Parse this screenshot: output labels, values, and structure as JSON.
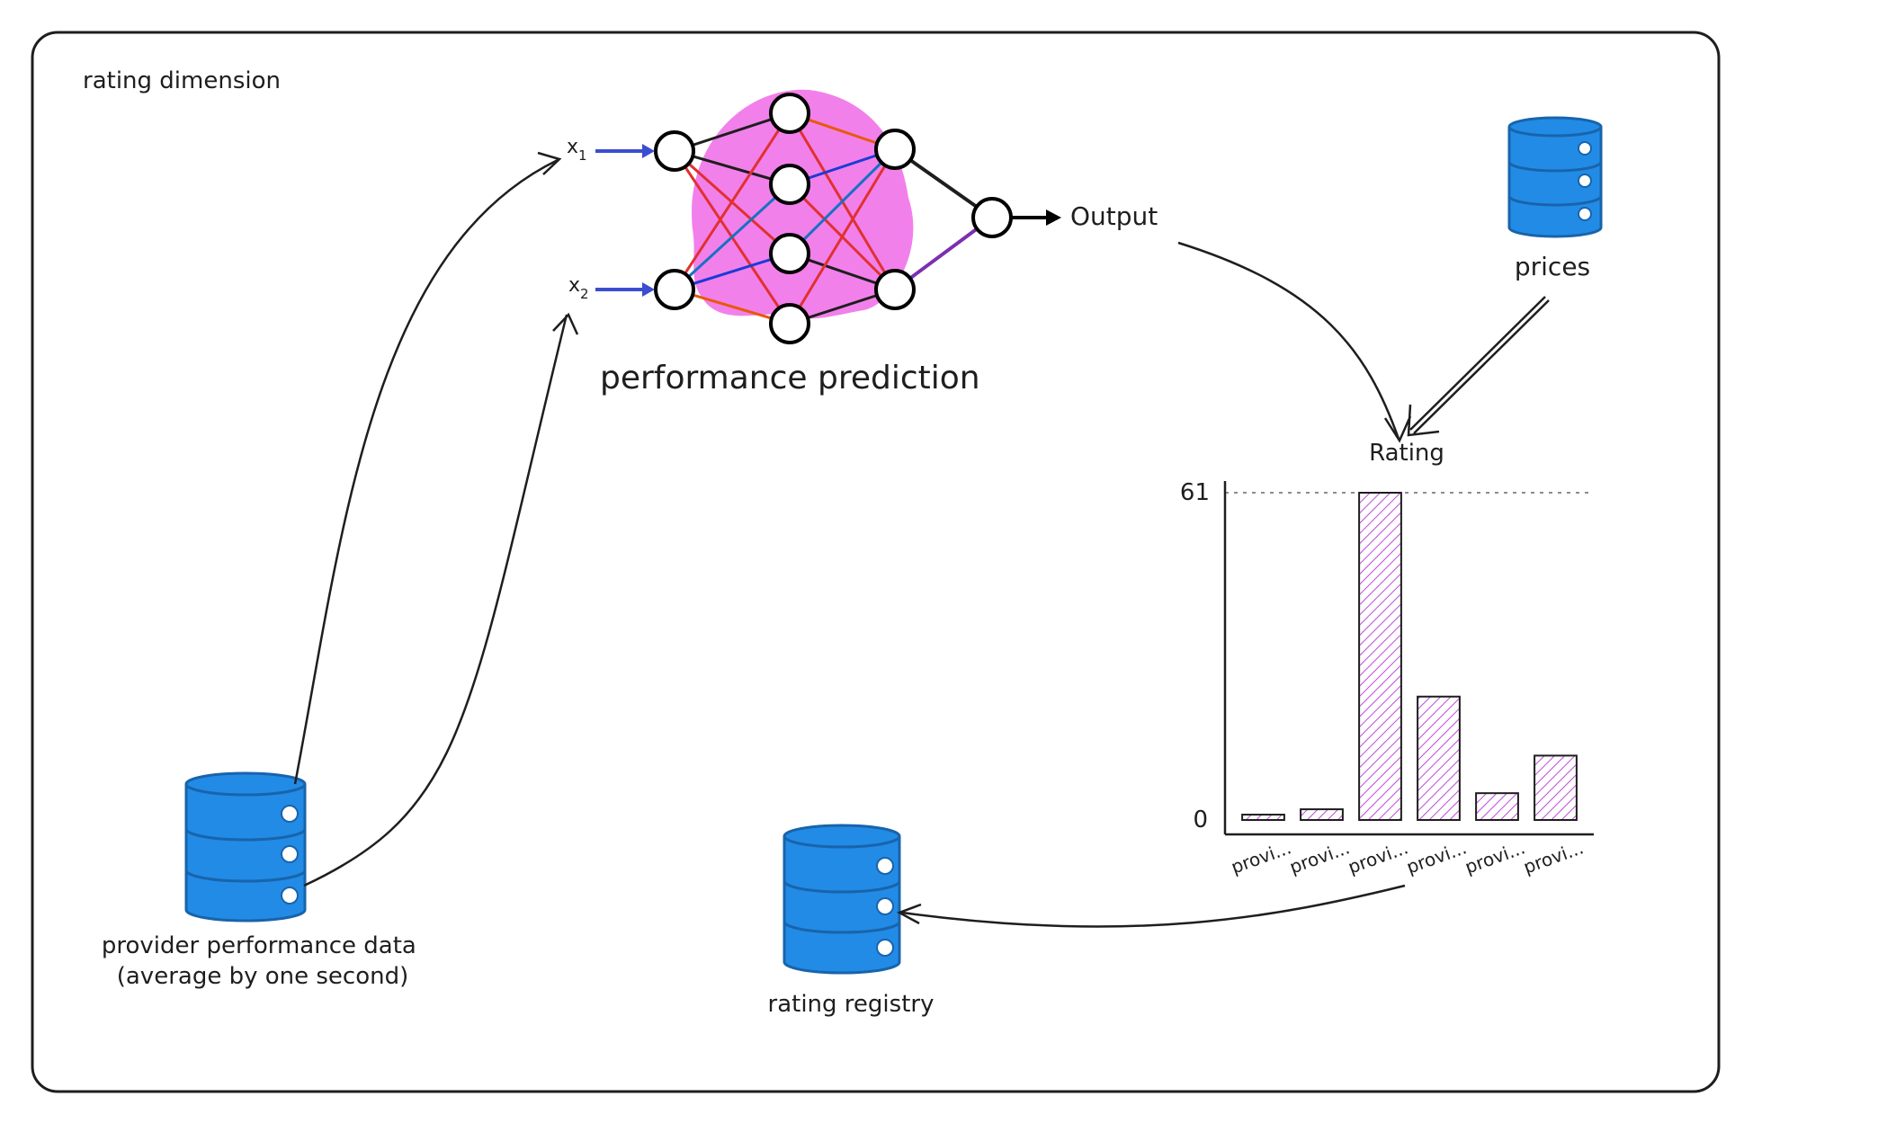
{
  "frame": {
    "label": "rating dimension"
  },
  "nn": {
    "inputs": [
      "x",
      "x"
    ],
    "input_subscripts": [
      "1",
      "2"
    ],
    "output_label": "Output",
    "caption": "performance prediction"
  },
  "prices": {
    "label": "prices"
  },
  "provider_db": {
    "label_line1": "provider performance data",
    "label_line2": "(average by one second)"
  },
  "registry": {
    "label": "rating registry"
  },
  "colors": {
    "db_fill": "#228be6",
    "db_stroke": "#1864ab",
    "bar_hatch": "#be4bdb",
    "blob": "#f06ae8"
  },
  "chart_data": {
    "type": "bar",
    "title": "Rating",
    "categories": [
      "provi...",
      "provi...",
      "provi...",
      "provi...",
      "provi...",
      "provi..."
    ],
    "values": [
      1,
      2,
      61,
      23,
      5,
      12
    ],
    "ylim": [
      0,
      61
    ],
    "ytick_labels": [
      "61",
      "0"
    ],
    "grid": false
  }
}
